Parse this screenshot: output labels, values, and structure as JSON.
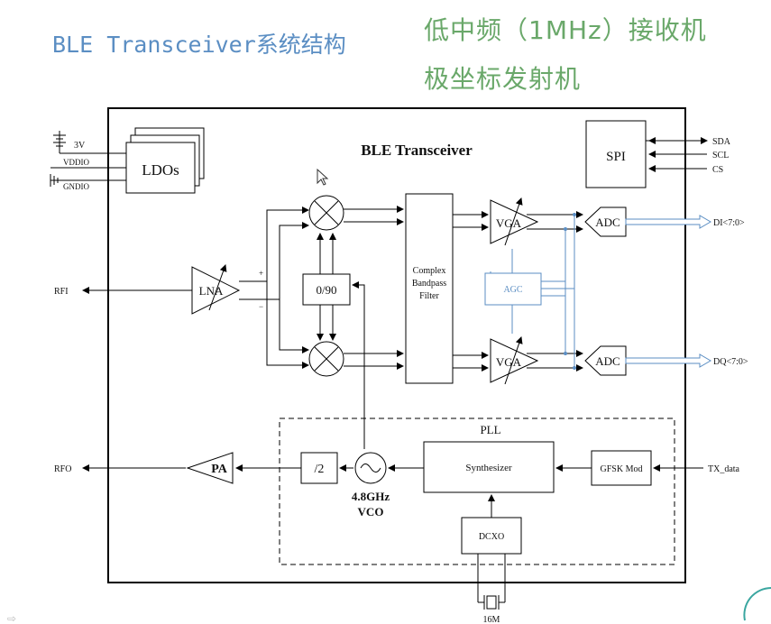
{
  "slide": {
    "title": "BLE Transceiver系统结构",
    "bullets": [
      "低中频（1MHz）接收机",
      "极坐标发射机"
    ]
  },
  "diagram": {
    "title": "BLE Transceiver",
    "supply": {
      "v3": "3V",
      "vddio": "VDDIO",
      "gndio": "GNDIO",
      "ldos": "LDOs"
    },
    "spi": {
      "label": "SPI",
      "pins": [
        "SDA",
        "SCL",
        "CS"
      ]
    },
    "rx": {
      "port": "RFI",
      "lna": "LNA",
      "plus": "+",
      "minus": "−",
      "phase": "0/90",
      "filter": [
        "Complex",
        "Bandpass",
        "Filter"
      ],
      "agc": "AGC",
      "vga_i": "VGA",
      "vga_q": "VGA",
      "adc_i": "ADC",
      "adc_q": "ADC",
      "out_i": "DI<7:0>",
      "out_q": "DQ<7:0>"
    },
    "tx": {
      "port": "RFO",
      "pa": "PA",
      "pll": "PLL",
      "div": "/2",
      "vco": [
        "4.8GHz",
        "VCO"
      ],
      "synth": "Synthesizer",
      "mod": "GFSK Mod",
      "input": "TX_data",
      "dcxo": "DCXO",
      "xtal": "16M"
    },
    "colors": {
      "agc": "#5b8ec3",
      "lines": "#000000"
    }
  }
}
